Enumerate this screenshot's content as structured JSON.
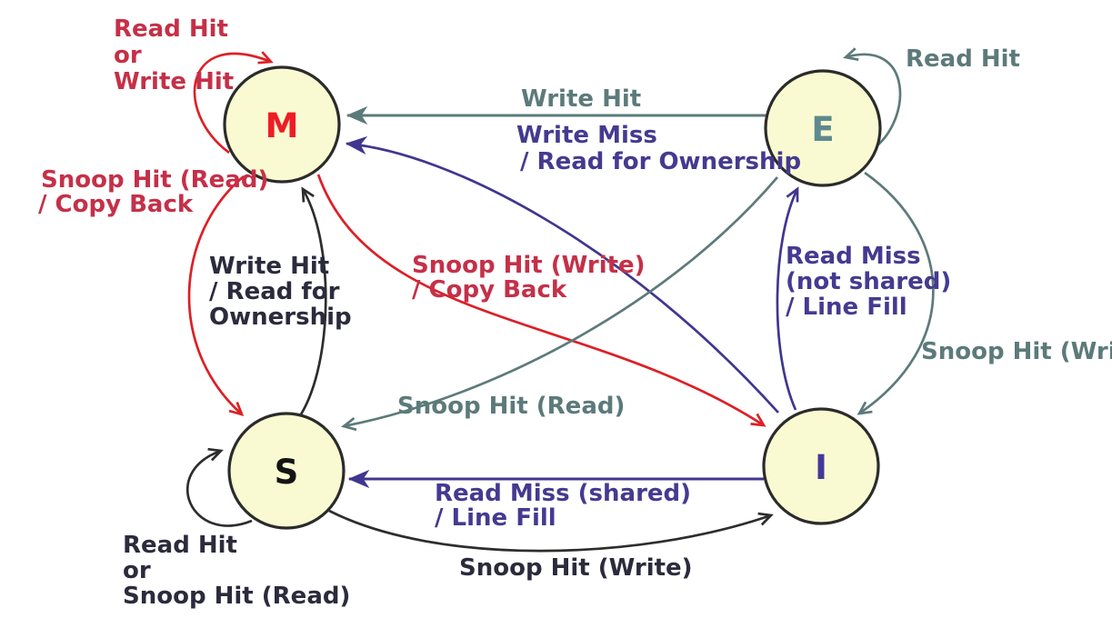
{
  "palette": {
    "background": "#ffffff",
    "node_fill": "#fafad2",
    "node_border": "#2b2b2b",
    "red_edge": "#dc2026",
    "red_text": "#c53048",
    "slate": "#5d7a7a",
    "indigo": "#41368f",
    "black_edge": "#2d2d2d",
    "black_text": "#2b2b3d"
  },
  "states": [
    {
      "id": "M",
      "label": "M",
      "color": "#ee1c25"
    },
    {
      "id": "E",
      "label": "E",
      "color": "#5d8a8e"
    },
    {
      "id": "S",
      "label": "S",
      "color": "#141414"
    },
    {
      "id": "I",
      "label": "I",
      "color": "#43399a"
    }
  ],
  "transitions": [
    {
      "from": "M",
      "to": "M",
      "edge_color": "#dc2026",
      "label_color": "#c53048",
      "lines": [
        "Read Hit",
        "or",
        "Write Hit"
      ]
    },
    {
      "from": "E",
      "to": "M",
      "edge_color": "#5d7a7a",
      "label_color": "#5d7a7a",
      "lines": [
        "Write Hit"
      ]
    },
    {
      "from": "E",
      "to": "E",
      "edge_color": "#5d7a7a",
      "label_color": "#5d7a7a",
      "lines": [
        "Read Hit"
      ]
    },
    {
      "from": "I",
      "to": "M",
      "edge_color": "#41368f",
      "label_color": "#453a90",
      "lines": [
        "Write Miss",
        "/ Read for Ownership"
      ]
    },
    {
      "from": "M",
      "to": "S",
      "edge_color": "#dc2026",
      "label_color": "#c53048",
      "lines": [
        "Snoop Hit (Read)",
        "/ Copy Back"
      ]
    },
    {
      "from": "S",
      "to": "M",
      "edge_color": "#2d2d2d",
      "label_color": "#2b2b3d",
      "lines": [
        "Write Hit",
        "/ Read for",
        "Ownership"
      ]
    },
    {
      "from": "M",
      "to": "I",
      "edge_color": "#dc2026",
      "label_color": "#c53048",
      "lines": [
        "Snoop Hit (Write)",
        "/ Copy Back"
      ]
    },
    {
      "from": "I",
      "to": "E",
      "edge_color": "#41368f",
      "label_color": "#453a90",
      "lines": [
        "Read Miss",
        "(not shared)",
        "/ Line Fill"
      ]
    },
    {
      "from": "E",
      "to": "I",
      "edge_color": "#5d7a7a",
      "label_color": "#5d7a7a",
      "lines": [
        "Snoop Hit (Write)"
      ]
    },
    {
      "from": "E",
      "to": "S",
      "edge_color": "#5d7a7a",
      "label_color": "#5d7a7a",
      "lines": [
        "Snoop Hit (Read)"
      ]
    },
    {
      "from": "I",
      "to": "S",
      "edge_color": "#41368f",
      "label_color": "#453a90",
      "lines": [
        "Read Miss (shared)",
        "/ Line Fill"
      ]
    },
    {
      "from": "S",
      "to": "I",
      "edge_color": "#2d2d2d",
      "label_color": "#2b2b3d",
      "lines": [
        "Snoop Hit (Write)"
      ]
    },
    {
      "from": "S",
      "to": "S",
      "edge_color": "#2d2d2d",
      "label_color": "#2b2b3d",
      "lines": [
        "Read Hit",
        "or",
        "Snoop Hit (Read)"
      ]
    }
  ]
}
